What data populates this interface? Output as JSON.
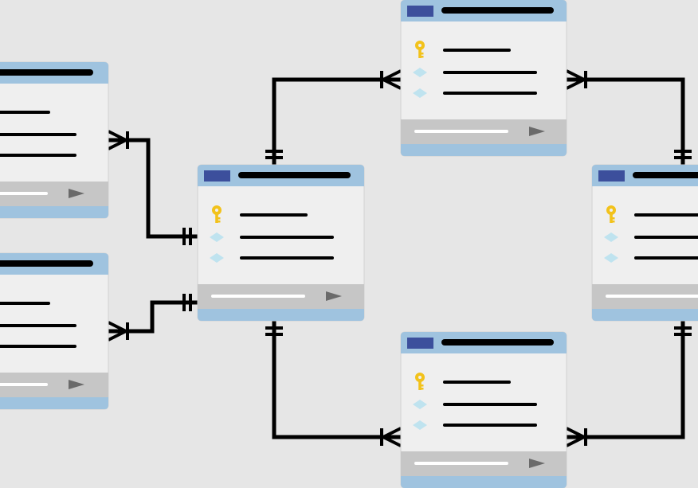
{
  "diagram": {
    "type": "entity-relationship",
    "background": "#e6e6e6",
    "colors": {
      "header": "#9fc3df",
      "header_tag": "#3c4f9c",
      "body": "#efefef",
      "footer": "#c6c6c6",
      "footer_bar": "#ffffff",
      "footer_arrow": "#6a6a6a",
      "line": "#000000",
      "key": "#f2c21b",
      "diamond": "#bfe3ef"
    },
    "tables": [
      {
        "id": "left-top",
        "fields": [
          {
            "icon": "none"
          },
          {
            "icon": "none"
          },
          {
            "icon": "none"
          }
        ]
      },
      {
        "id": "left-bottom",
        "fields": [
          {
            "icon": "none"
          },
          {
            "icon": "none"
          },
          {
            "icon": "none"
          }
        ]
      },
      {
        "id": "center",
        "fields": [
          {
            "icon": "key-icon"
          },
          {
            "icon": "diamond-icon"
          },
          {
            "icon": "diamond-icon"
          }
        ]
      },
      {
        "id": "top",
        "fields": [
          {
            "icon": "key-icon"
          },
          {
            "icon": "diamond-icon"
          },
          {
            "icon": "diamond-icon"
          }
        ]
      },
      {
        "id": "bottom",
        "fields": [
          {
            "icon": "key-icon"
          },
          {
            "icon": "diamond-icon"
          },
          {
            "icon": "diamond-icon"
          }
        ]
      },
      {
        "id": "right",
        "fields": [
          {
            "icon": "key-icon"
          },
          {
            "icon": "diamond-icon"
          },
          {
            "icon": "diamond-icon"
          }
        ]
      }
    ],
    "relationships": [
      {
        "from": "left-top",
        "to": "center",
        "from_end": "one-or-many",
        "to_end": "one-and-only-one"
      },
      {
        "from": "left-bottom",
        "to": "center",
        "from_end": "one-or-many",
        "to_end": "one-and-only-one"
      },
      {
        "from": "center",
        "to": "top",
        "from_end": "one-and-only-one",
        "to_end": "one-or-many"
      },
      {
        "from": "center",
        "to": "bottom",
        "from_end": "one-and-only-one",
        "to_end": "one-or-many"
      },
      {
        "from": "right",
        "to": "top",
        "from_end": "one-and-only-one",
        "to_end": "one-or-many"
      },
      {
        "from": "right",
        "to": "bottom",
        "from_end": "one-and-only-one",
        "to_end": "one-or-many"
      }
    ]
  }
}
